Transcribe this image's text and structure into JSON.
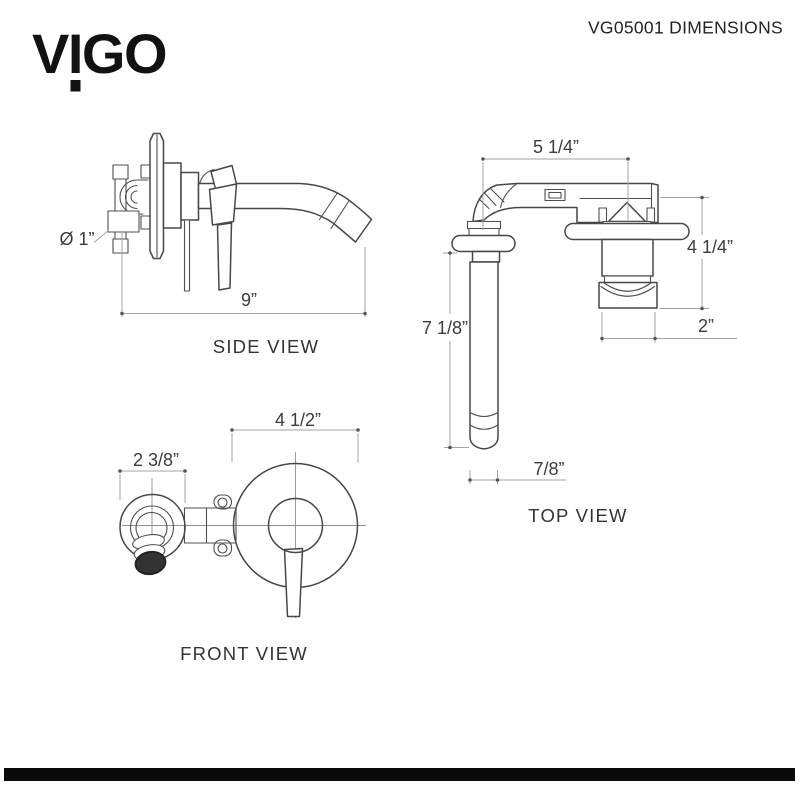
{
  "header": {
    "logo_text": "VIGO",
    "title": "VG05001 DIMENSIONS"
  },
  "views": {
    "side": {
      "label": "SIDE VIEW",
      "dim_supply_diameter": "Ø 1”",
      "dim_total_length": "9”"
    },
    "top": {
      "label": "TOP VIEW",
      "dim_spout_to_handle": "5 1/4”",
      "dim_handle_depth": "4 1/4”",
      "dim_spout_reach": "7 1/8”",
      "dim_handle_width": "2”",
      "dim_spout_diameter": "7/8”"
    },
    "front": {
      "label": "FRONT VIEW",
      "dim_plate_diameter": "4 1/2”",
      "dim_spout_plate_diameter": "2 3/8”"
    }
  },
  "colors": {
    "drawing_line": "#474747",
    "dimension_line": "#a3a3a3",
    "dimension_text": "#3c3c3c",
    "logo": "#121212",
    "footer_bar": "#0a0a0a"
  }
}
